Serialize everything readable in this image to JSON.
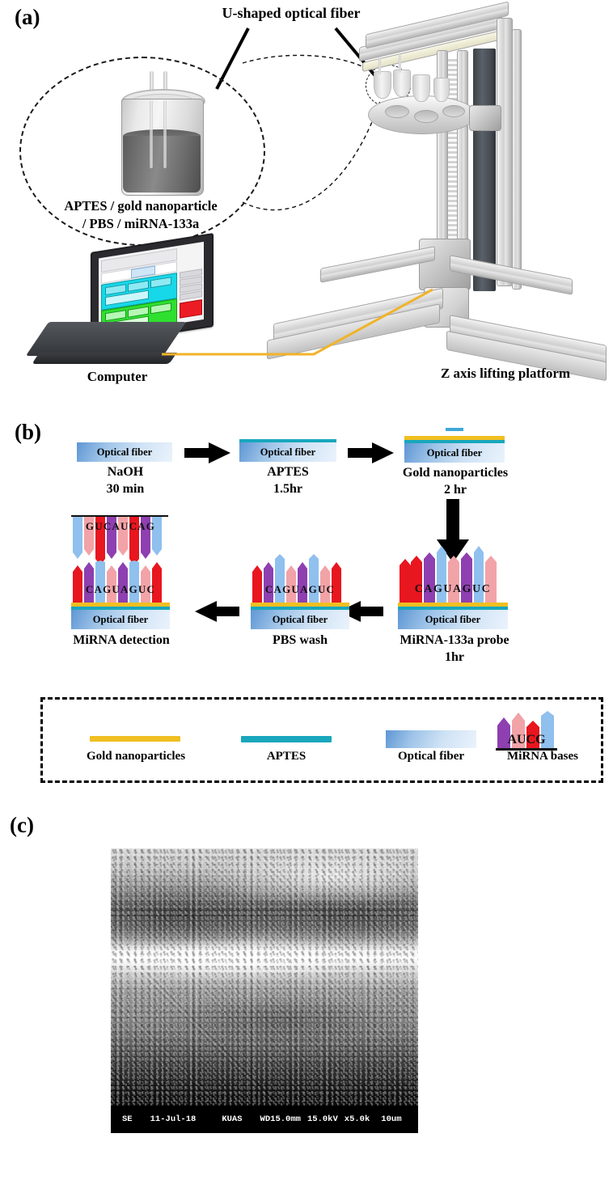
{
  "figure": {
    "panels": [
      {
        "id": "a",
        "label": "(a)"
      },
      {
        "id": "b",
        "label": "(b)"
      },
      {
        "id": "c",
        "label": "(c)"
      }
    ]
  },
  "panel_a": {
    "label": "(a)",
    "callout_title": "U-shaped optical fiber",
    "vial_caption_line1": "APTES / gold nanoparticle",
    "vial_caption_line2": "/ PBS / miRNA-133a",
    "computer_label": "Computer",
    "platform_label": "Z axis lifting platform",
    "cable_color": "#f0b32a"
  },
  "panel_b": {
    "label": "(b)",
    "fiber_text": "Optical fiber",
    "steps_row1": [
      {
        "name": "NaOH",
        "time": "30 min",
        "layers": [
          "fiber"
        ]
      },
      {
        "name": "APTES",
        "time": "1.5hr",
        "layers": [
          "fiber",
          "aptes"
        ]
      },
      {
        "name": "Gold nanoparticles",
        "time": "2 hr",
        "layers": [
          "fiber",
          "aptes",
          "gold"
        ]
      }
    ],
    "steps_row2": [
      {
        "name": "MiRNA-133a probe",
        "time": "1hr",
        "sequence": "CAGUAGUC"
      },
      {
        "name": "PBS wash",
        "time": "",
        "sequence": "CAGUAGUC"
      },
      {
        "name": "MiRNA detection",
        "time": "",
        "sequence": "CAGUAGUC",
        "target": "GUCAUCAG"
      }
    ],
    "legend": [
      {
        "label": "Gold nanoparticles",
        "type": "gold-bar",
        "color": "#f0bf21"
      },
      {
        "label": "APTES",
        "type": "aptes-bar",
        "color": "#18a7bd"
      },
      {
        "label": "Optical fiber",
        "type": "fiber-block",
        "color": "#9fc4e8"
      },
      {
        "label": "MiRNA bases",
        "type": "bases",
        "bases": "AUCG"
      }
    ],
    "base_colors": {
      "A": "#8e3fb0",
      "U": "#f2a3a8",
      "C": "#e8161f",
      "G": "#8fc0ee"
    }
  },
  "panel_c": {
    "label": "(c)",
    "sem_info": {
      "signal": "SE",
      "date": "11-Jul-18",
      "institution": "KUAS",
      "working_distance": "WD15.0mm",
      "voltage": "15.0kV",
      "magnification": "x5.0k",
      "scale_bar": "10um"
    }
  }
}
